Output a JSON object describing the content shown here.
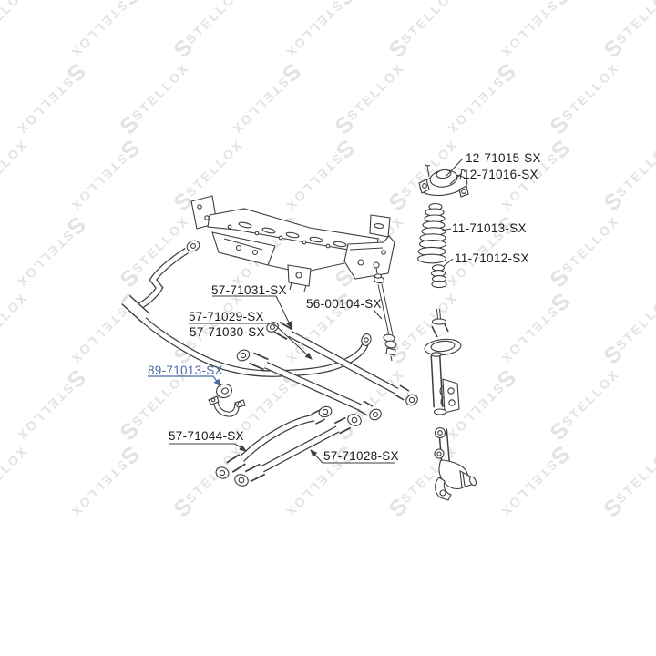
{
  "diagram": {
    "type": "exploded-parts-diagram",
    "subject": "rear-suspension-components",
    "background_color": "#ffffff",
    "line_color": "#3d3d3d",
    "label_color": "#1b1b1b",
    "highlight_color": "#4a69a6",
    "watermark": {
      "text": "STELLOX",
      "color": "#e3e3e6"
    },
    "labels": [
      {
        "part_number": "12-71015-SX",
        "target": "strut-mount",
        "highlighted": false
      },
      {
        "part_number": "12-71016-SX",
        "target": "strut-mount-bearing",
        "highlighted": false
      },
      {
        "part_number": "11-71013-SX",
        "target": "protection-boot",
        "highlighted": false
      },
      {
        "part_number": "11-71012-SX",
        "target": "bump-stop",
        "highlighted": false
      },
      {
        "part_number": "57-71031-SX",
        "target": "lateral-arm-upper",
        "highlighted": false
      },
      {
        "part_number": "56-00104-SX",
        "target": "stabilizer-link",
        "highlighted": false
      },
      {
        "part_number": "57-71029-SX",
        "target": "lateral-arm",
        "highlighted": false
      },
      {
        "part_number": "57-71030-SX",
        "target": "lateral-arm",
        "highlighted": false
      },
      {
        "part_number": "89-71013-SX",
        "target": "stabilizer-bushing-clamp",
        "highlighted": true
      },
      {
        "part_number": "57-71044-SX",
        "target": "trailing-arm-curved",
        "highlighted": false
      },
      {
        "part_number": "57-71028-SX",
        "target": "lateral-arm-long",
        "highlighted": false
      }
    ]
  }
}
